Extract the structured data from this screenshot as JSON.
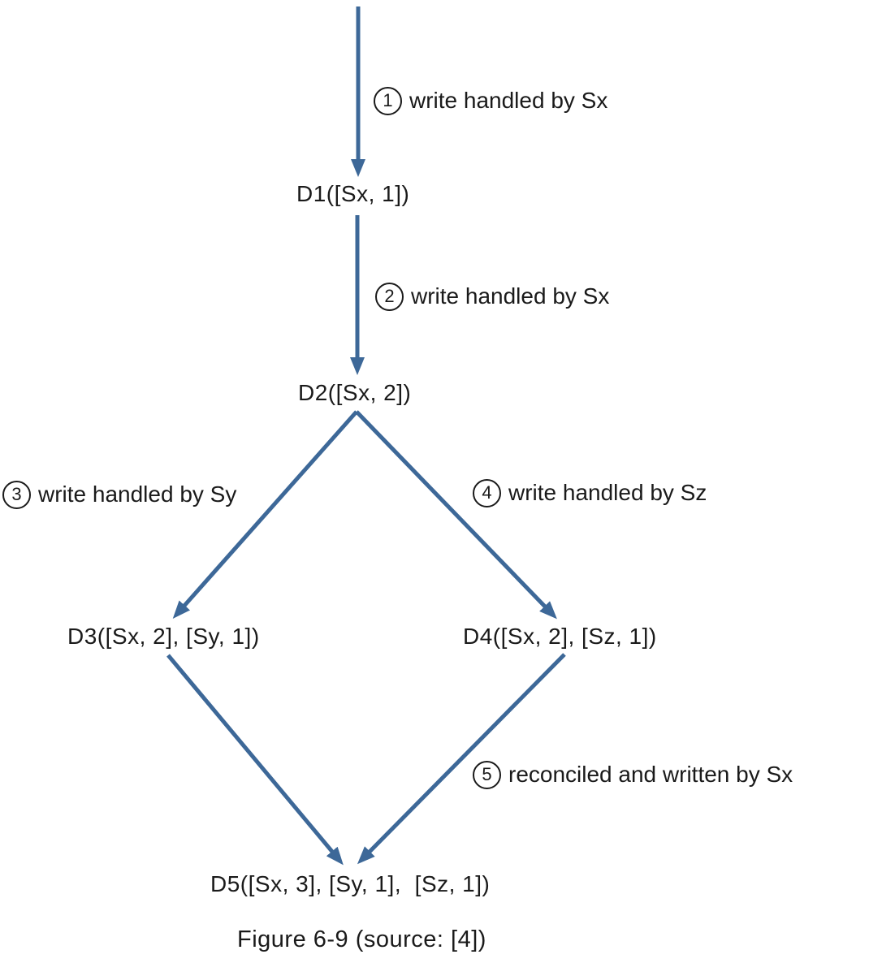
{
  "figure": {
    "colors": {
      "arrow": "#3d6898",
      "text": "#1a1a1a",
      "background": "#ffffff"
    },
    "nodes": [
      {
        "id": "D1",
        "label": "D1([Sx, 1])"
      },
      {
        "id": "D2",
        "label": "D2([Sx, 2])"
      },
      {
        "id": "D3",
        "label": "D3([Sx, 2], [Sy, 1])"
      },
      {
        "id": "D4",
        "label": "D4([Sx, 2], [Sz, 1])"
      },
      {
        "id": "D5",
        "label": "D5([Sx, 3], [Sy, 1],  [Sz, 1])"
      }
    ],
    "steps": [
      {
        "number": "1",
        "label": "write handled by Sx"
      },
      {
        "number": "2",
        "label": "write handled by Sx"
      },
      {
        "number": "3",
        "label": "write handled by Sy"
      },
      {
        "number": "4",
        "label": "write handled by Sz"
      },
      {
        "number": "5",
        "label": "reconciled and written by Sx"
      }
    ],
    "caption": "Figure 6-9 (source: [4])"
  }
}
